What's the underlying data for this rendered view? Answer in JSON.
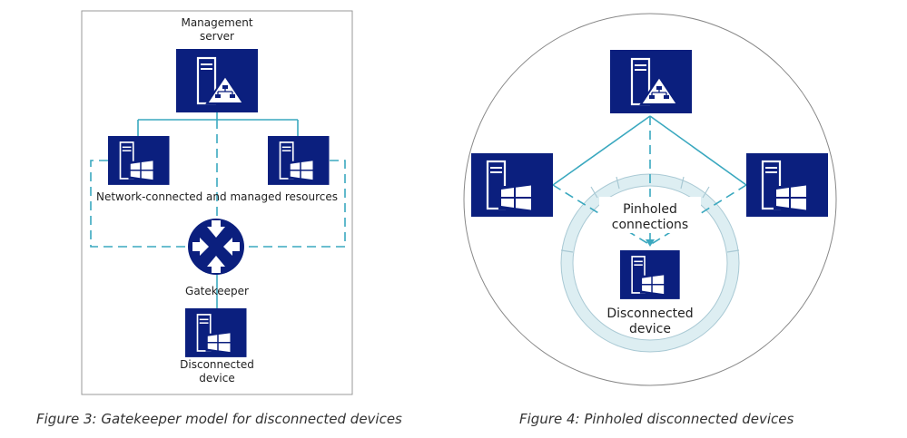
{
  "colors": {
    "server_fill": "#0b1f7e",
    "icon_white": "#ffffff",
    "line": "#3aa8bf",
    "ring_fill": "#ddeef2",
    "ring_stroke": "#a9c9d4",
    "frame": "#9a9a9a",
    "circle_stroke": "#888888"
  },
  "figure3": {
    "mgmt_label_line1": "Management",
    "mgmt_label_line2": "server",
    "resources_label": "Network-connected and managed resources",
    "gatekeeper_label": "Gatekeeper",
    "device_label_line1": "Disconnected",
    "device_label_line2": "device",
    "caption": "Figure 3: Gatekeeper model for disconnected devices",
    "icons": {
      "mgmt_server": "server-network-icon",
      "resource_left": "windows-server-icon",
      "resource_right": "windows-server-icon",
      "gatekeeper": "router-arrows-icon",
      "device": "windows-server-icon"
    }
  },
  "figure4": {
    "pinholed_line1": "Pinholed",
    "pinholed_line2": "connections",
    "device_label_line1": "Disconnected",
    "device_label_line2": "device",
    "caption": "Figure 4: Pinholed disconnected devices",
    "icons": {
      "mgmt_server": "server-network-icon",
      "resource_left": "windows-server-icon",
      "resource_right": "windows-server-icon",
      "device": "windows-server-icon"
    }
  }
}
